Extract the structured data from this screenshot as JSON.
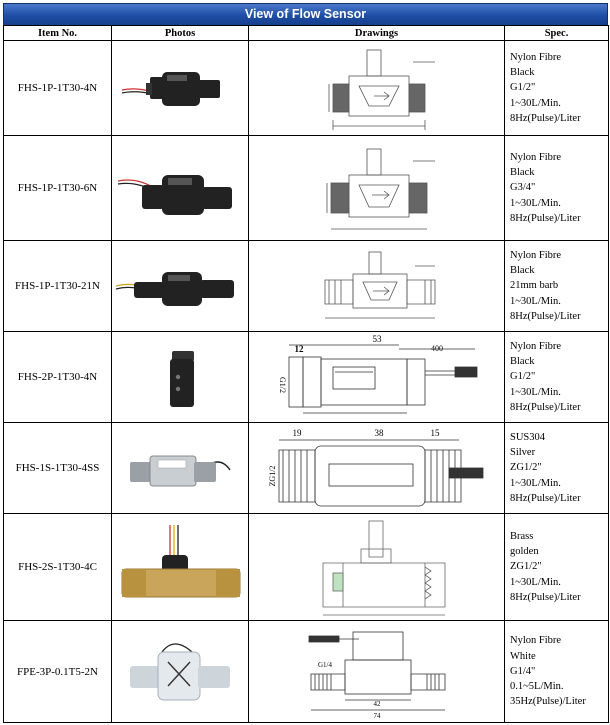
{
  "title": "View of Flow Sensor",
  "columns": [
    "Item No.",
    "Photos",
    "Drawings",
    "Spec."
  ],
  "rows": [
    {
      "item": "FHS-1P-1T30-4N",
      "spec": [
        "Nylon Fibre",
        "Black",
        "G1/2\"",
        "1~30L/Min.",
        "8Hz(Pulse)/Liter"
      ]
    },
    {
      "item": "FHS-1P-1T30-6N",
      "spec": [
        "Nylon Fibre",
        "Black",
        "G3/4\"",
        "1~30L/Min.",
        "8Hz(Pulse)/Liter"
      ]
    },
    {
      "item": "FHS-1P-1T30-21N",
      "spec": [
        "Nylon Fibre",
        "Black",
        "21mm barb",
        "1~30L/Min.",
        "8Hz(Pulse)/Liter"
      ]
    },
    {
      "item": "FHS-2P-1T30-4N",
      "spec": [
        "Nylon Fibre",
        "Black",
        "G1/2\"",
        "1~30L/Min.",
        "8Hz(Pulse)/Liter"
      ]
    },
    {
      "item": "FHS-1S-1T30-4SS",
      "spec": [
        "SUS304",
        "Silver",
        "ZG1/2\"",
        "1~30L/Min.",
        "8Hz(Pulse)/Liter"
      ]
    },
    {
      "item": "FHS-2S-1T30-4C",
      "spec": [
        "Brass",
        "golden",
        "ZG1/2\"",
        "1~30L/Min.",
        "8Hz(Pulse)/Liter"
      ]
    },
    {
      "item": "FPE-3P-0.1T5-2N",
      "spec": [
        "Nylon Fibre",
        "White",
        "G1/4\"",
        "0.1~5L/Min.",
        "35Hz(Pulse)/Liter"
      ]
    }
  ],
  "drawing_labels": {
    "row4": [
      "53",
      "400",
      "12",
      "G1/2"
    ],
    "row5": [
      "19",
      "38",
      "15",
      "ZG1/2"
    ],
    "row7": [
      "G1/4",
      "42",
      "74"
    ]
  }
}
